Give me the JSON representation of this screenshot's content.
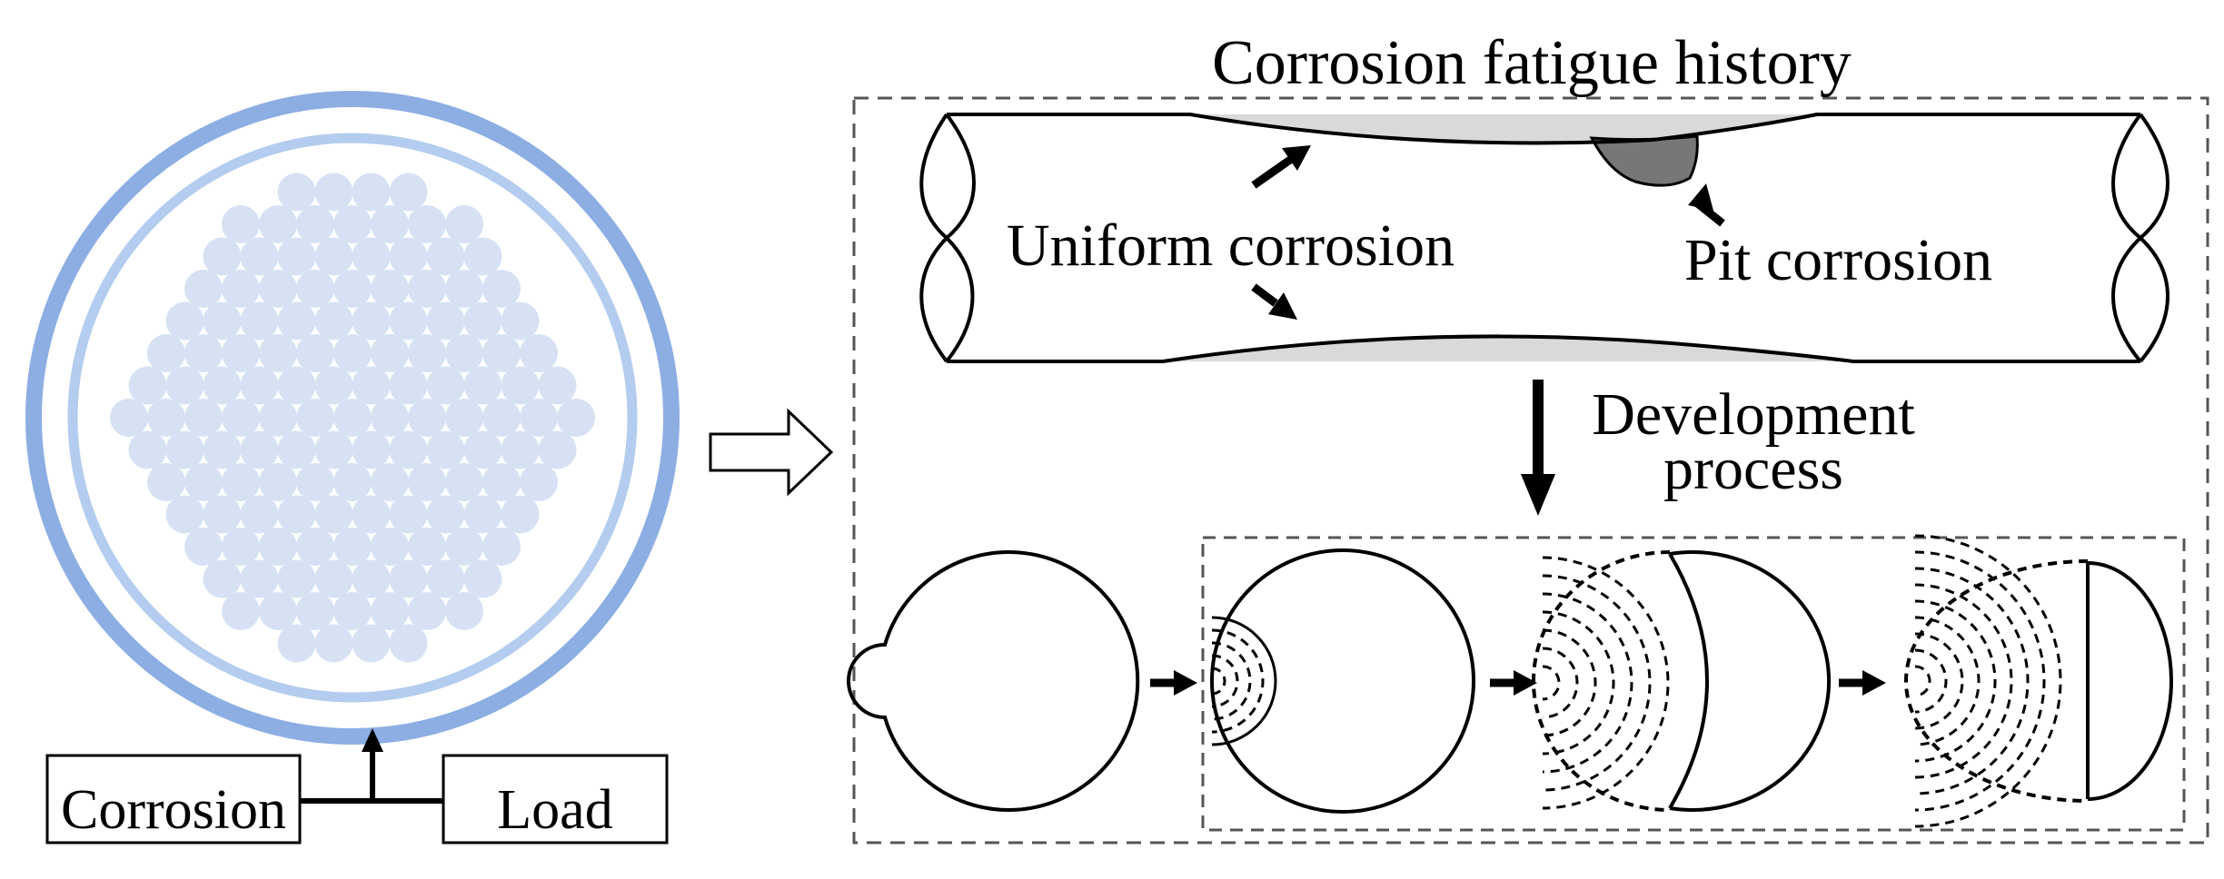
{
  "title": "Corrosion fatigue history",
  "labels": {
    "uniform": "Uniform corrosion",
    "pit": "Pit corrosion",
    "development_line1": "Development",
    "development_line2": "process",
    "corrosion": "Corrosion",
    "load": "Load"
  },
  "colors": {
    "outer_ring": "#8caee3",
    "inner_ring": "#b3ccef",
    "wires": "#d6e2f4",
    "uniform_fill": "#d9d9d9",
    "pit_fill": "#777777",
    "line": "#000000",
    "dash_box": "#555555"
  },
  "icons": [
    "hollow-arrow-right-icon",
    "arrow-up-icon",
    "arrow-down-icon",
    "arrow-right-icon"
  ]
}
